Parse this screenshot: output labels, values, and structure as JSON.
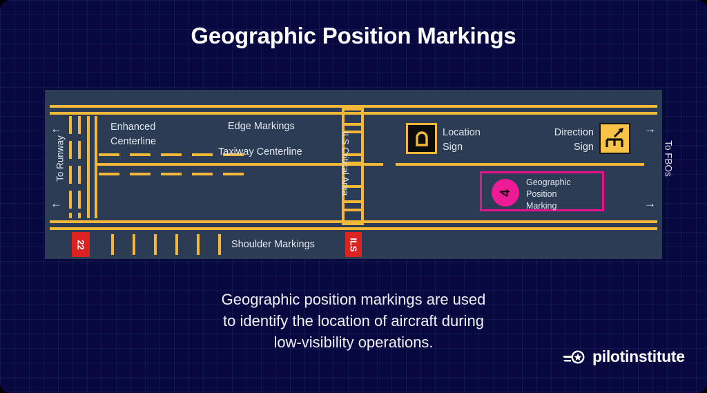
{
  "title": "Geographic Position Markings",
  "caption": "Geographic position markings are used\nto identify the location of aircraft during\nlow-visibility operations.",
  "caption_lines": [
    "Geographic position markings are used",
    "to identify the location of aircraft during",
    "low-visibility operations."
  ],
  "colors": {
    "background": "#080840",
    "panel": "#2c3c54",
    "marking_yellow": "#f4b838",
    "magenta": "#ec0f8c",
    "magenta_fill": "#ef1a96",
    "red_sign": "#dd2222",
    "sign_yellow": "#f9c34a",
    "text": "#e3e8f0"
  },
  "diagram": {
    "labels": {
      "to_runway": "To Runway",
      "to_fbos": "To FBOs",
      "enhanced_centerline": "Enhanced\nCenterline",
      "enhanced_centerline_lines": [
        "Enhanced",
        "Centerline"
      ],
      "edge_markings": "Edge Markings",
      "taxiway_centerline": "Taxiway Centerline",
      "ils_critical_area": "ILS Critical Area",
      "shoulder_markings": "Shoulder Markings"
    },
    "location_sign": {
      "label_lines": [
        "Location",
        "Sign"
      ],
      "glyph": "D",
      "background": "#0c0c0c",
      "border": "#f4b838"
    },
    "direction_sign": {
      "label_lines": [
        "Direction",
        "Sign"
      ],
      "glyph": "E",
      "arrow": "diagonal-up-right",
      "background": "#f9c34a",
      "border": "#151515"
    },
    "geographic_position_marking": {
      "label_lines": [
        "Geographic",
        "Position",
        "Marking"
      ],
      "circle_text": "4",
      "circle_color": "#ef1a96",
      "border_color": "#ec0f8c"
    },
    "red_signs": [
      {
        "text": "22"
      },
      {
        "text": "ILS"
      }
    ],
    "arrows": {
      "left_top": "←",
      "left_bottom": "←",
      "right_top": "→",
      "right_bottom": "→"
    }
  },
  "logo": {
    "brand_first": "pilot",
    "brand_second": "institute",
    "icon": "winged-star-badge"
  }
}
